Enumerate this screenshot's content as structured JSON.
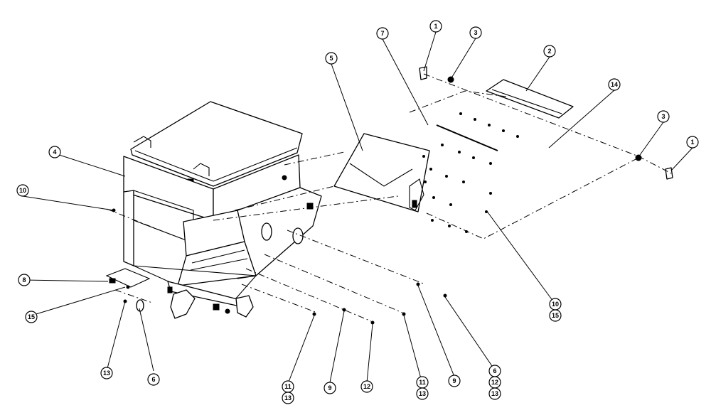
{
  "callouts": [
    {
      "id": "c1a",
      "text": "1"
    },
    {
      "id": "c3a",
      "text": "3"
    },
    {
      "id": "c7",
      "text": "7"
    },
    {
      "id": "c5",
      "text": "5"
    },
    {
      "id": "c2",
      "text": "2"
    },
    {
      "id": "c14",
      "text": "14"
    },
    {
      "id": "c3b",
      "text": "3"
    },
    {
      "id": "c1b",
      "text": "1"
    },
    {
      "id": "c4",
      "text": "4"
    },
    {
      "id": "c10a",
      "text": "10"
    },
    {
      "id": "c8",
      "text": "8"
    },
    {
      "id": "c15a",
      "text": "15"
    },
    {
      "id": "c13a",
      "text": "13"
    },
    {
      "id": "c6a",
      "text": "6"
    },
    {
      "id": "c10b",
      "text": "10"
    },
    {
      "id": "c15b",
      "text": "15"
    },
    {
      "id": "c11a",
      "text": "11"
    },
    {
      "id": "c13b",
      "text": "13"
    },
    {
      "id": "c9a",
      "text": "9"
    },
    {
      "id": "c12a",
      "text": "12"
    },
    {
      "id": "c11b",
      "text": "11"
    },
    {
      "id": "c13c",
      "text": "13"
    },
    {
      "id": "c9b",
      "text": "9"
    },
    {
      "id": "c6b",
      "text": "6"
    },
    {
      "id": "c12b",
      "text": "12"
    },
    {
      "id": "c13d",
      "text": "13"
    }
  ]
}
